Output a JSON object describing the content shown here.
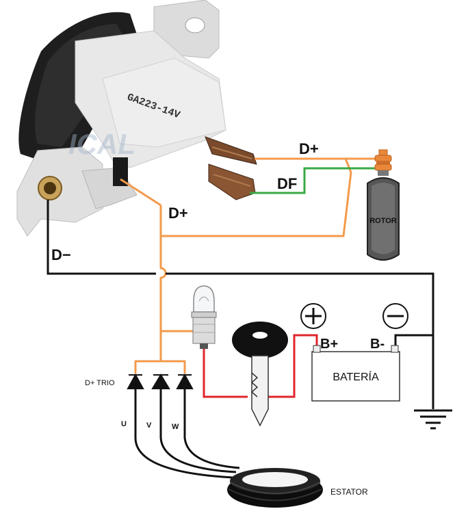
{
  "regulator": {
    "model_text": "GA223-14V",
    "watermark": "ICAL"
  },
  "labels": {
    "d_plus_top": "D+",
    "df": "DF",
    "d_plus_mid": "D+",
    "d_minus": "D−",
    "rotor": "ROTOR",
    "d_plus_trio": "D+ TRIO",
    "phase_u": "U",
    "phase_v": "V",
    "phase_w": "W",
    "estator": "ESTATOR",
    "battery": "BATERÍA",
    "b_plus": "B+",
    "b_minus": "B-",
    "plus_symbol": "+",
    "minus_symbol": "−"
  },
  "colors": {
    "d_plus_wire": "#f39a4b",
    "df_wire": "#3aa845",
    "ground_wire": "#111111",
    "battery_wire": "#e0262b",
    "regulator_body": "#e6e6e6",
    "regulator_dark": "#222222",
    "rotor_body": "#555555",
    "rotor_ring": "#e9873a"
  },
  "icons": {
    "regulator": "voltage-regulator",
    "rotor": "rotor-cylinder",
    "lamp": "warning-lamp-bulb",
    "key": "ignition-key",
    "stator": "stator-ring",
    "ground": "ground-symbol"
  }
}
